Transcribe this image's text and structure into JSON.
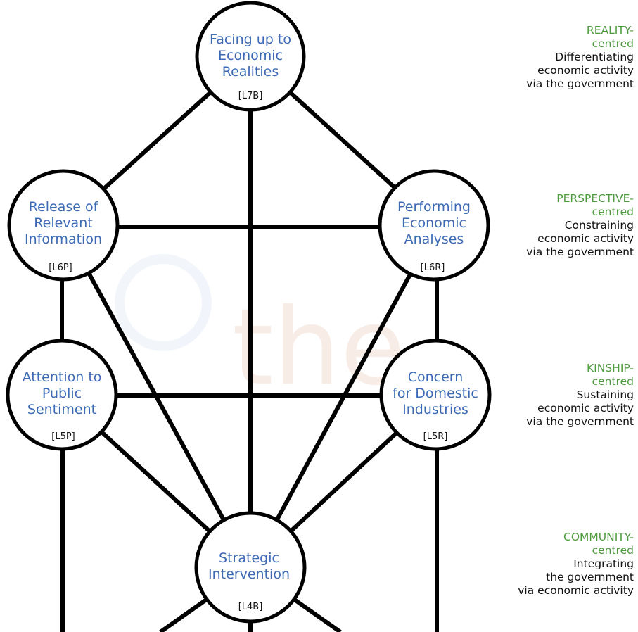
{
  "nodes": {
    "l7b": {
      "lines": [
        "Facing up to",
        "Economic",
        "Realities"
      ],
      "code": "[L7B]"
    },
    "l6p": {
      "lines": [
        "Release of",
        "Relevant",
        "Information"
      ],
      "code": "[L6P]"
    },
    "l6r": {
      "lines": [
        "Performing",
        "Economic",
        "Analyses"
      ],
      "code": "[L6R]"
    },
    "l5p": {
      "lines": [
        "Attention to",
        "Public",
        "Sentiment"
      ],
      "code": "[L5P]"
    },
    "l5r": {
      "lines": [
        "Concern",
        "for Domestic",
        "Industries"
      ],
      "code": "[L5R]"
    },
    "l4b": {
      "lines": [
        "Strategic",
        "Intervention"
      ],
      "code": "[L4B]"
    }
  },
  "side_notes": [
    {
      "head": [
        "REALITY-",
        "centred"
      ],
      "body": [
        "Differentiating",
        "economic activity",
        "via the government"
      ]
    },
    {
      "head": [
        "PERSPECTIVE-",
        "centred"
      ],
      "body": [
        "Constraining",
        "economic activity",
        "via the government"
      ]
    },
    {
      "head": [
        "KINSHIP-",
        "centred"
      ],
      "body": [
        "Sustaining",
        "economic activity",
        "via the government"
      ]
    },
    {
      "head": [
        "COMMUNITY-",
        "centred"
      ],
      "body": [
        "Integrating",
        "the government",
        "via economic activity"
      ]
    }
  ],
  "watermark_text": "the",
  "colors": {
    "node_title": "#3d6ab5",
    "side_head": "#4e9a3e",
    "watermark": "#f4ddd2"
  }
}
